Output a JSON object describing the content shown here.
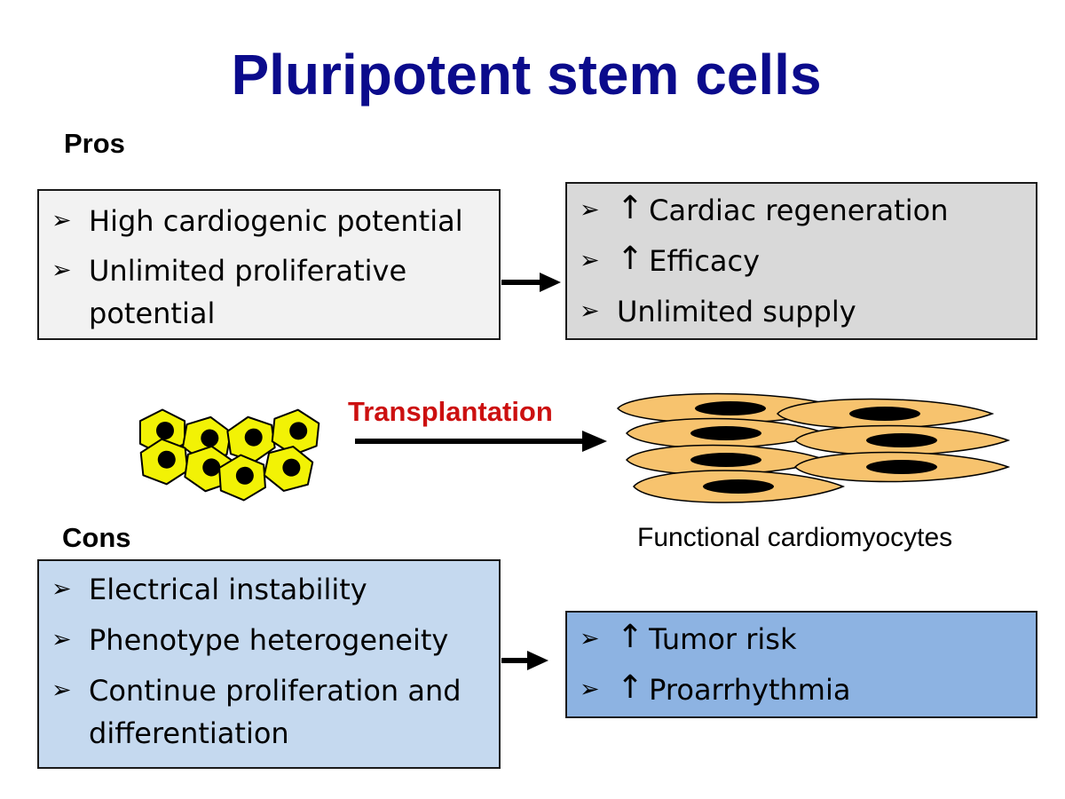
{
  "title": "Pluripotent stem cells",
  "pros": {
    "label": "Pros",
    "left_items": [
      {
        "text": "High cardiogenic potential"
      },
      {
        "text": "Unlimited proliferative potential"
      }
    ],
    "right_items": [
      {
        "up": true,
        "text": "Cardiac regeneration"
      },
      {
        "up": true,
        "text": "Efficacy"
      },
      {
        "up": false,
        "text": "Unlimited supply"
      }
    ]
  },
  "transplantation_label": "Transplantation",
  "cardiomyocytes_caption": "Functional cardiomyocytes",
  "cons": {
    "label": "Cons",
    "left_items": [
      {
        "text": "Electrical instability"
      },
      {
        "text": "Phenotype heterogeneity"
      },
      {
        "text": "Continue proliferation and differentiation"
      }
    ],
    "right_items": [
      {
        "up": true,
        "text": "Tumor risk"
      },
      {
        "up": true,
        "text": "Proarrhythmia"
      }
    ]
  },
  "glyphs": {
    "bullet": "➢",
    "up_arrow": "↑"
  },
  "colors": {
    "title": "#0b0b8c",
    "transplantation": "#cc1010",
    "stem_cell_fill": "#f2f205",
    "cardiomyocyte_fill": "#f7c36e",
    "pros_left_bg": "#f2f2f2",
    "pros_right_bg": "#d9d9d9",
    "cons_left_bg": "#c5d9ef",
    "cons_right_bg": "#8db3e2"
  }
}
